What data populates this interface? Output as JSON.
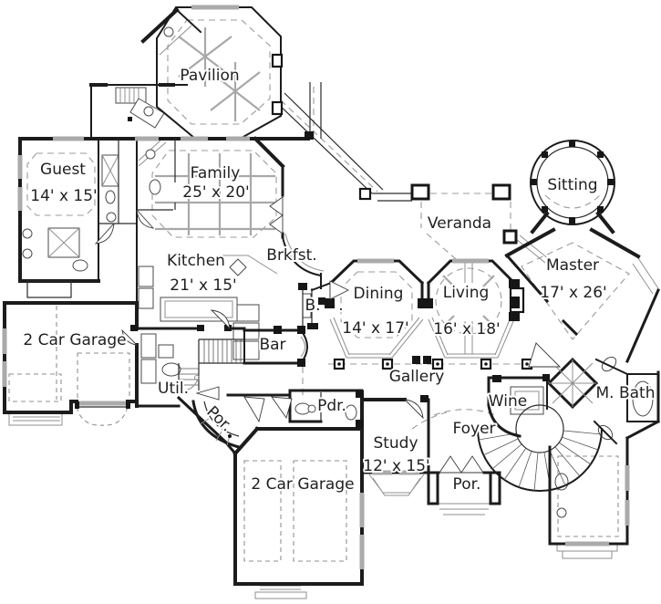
{
  "rooms": {
    "pavilion": {
      "label": "Pavilion"
    },
    "guest": {
      "label": "Guest",
      "dims": "14' x 15'"
    },
    "family": {
      "label": "Family",
      "dims": "25' x 20'"
    },
    "veranda": {
      "label": "Veranda"
    },
    "sitting": {
      "label": "Sitting"
    },
    "kitchen": {
      "label": "Kitchen",
      "dims": "21' x 15'"
    },
    "breakfast": {
      "label": "Brkfst."
    },
    "master": {
      "label": "Master",
      "dims": "17' x 26'"
    },
    "dining": {
      "label": "Dining",
      "dims": "14' x 17'"
    },
    "living": {
      "label": "Living",
      "dims": "16' x 18'"
    },
    "butlers_pantry": {
      "label": "B.",
      "suffix": "."
    },
    "garage_left": {
      "label": "2 Car Garage"
    },
    "bar": {
      "label": "Bar"
    },
    "gallery": {
      "label": "Gallery"
    },
    "utility": {
      "label": "Util."
    },
    "wine": {
      "label": "Wine"
    },
    "master_bath": {
      "label": "M. Bath"
    },
    "powder": {
      "label": "Pdr."
    },
    "porch_entry": {
      "label": "Por."
    },
    "foyer": {
      "label": "Foyer"
    },
    "study": {
      "label": "Study",
      "dims": "12' x 15'"
    },
    "porch_front": {
      "label": "Por."
    },
    "garage_bottom": {
      "label": "2 Car Garage"
    }
  },
  "colors": {
    "background": "#ffffff",
    "wall": "#1c1c1c",
    "light_line": "#9b9b9b",
    "window_mark": "#aaaaaa",
    "text": "#1f1f1f"
  }
}
